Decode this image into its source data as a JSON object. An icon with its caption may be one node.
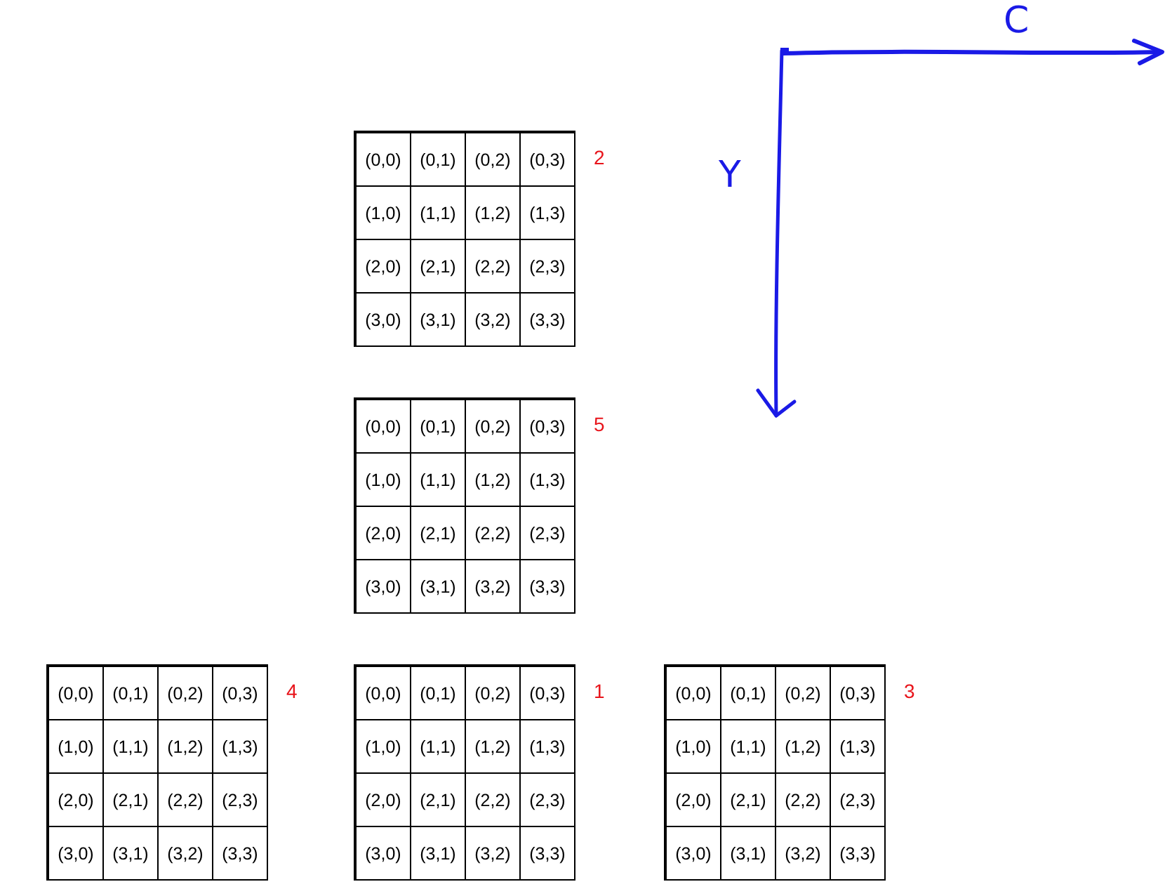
{
  "diagram": {
    "labels": [
      "C",
      "Y",
      "(0,0)",
      "(0,1)",
      "(0,2)",
      "(0,3)",
      "(1,0)",
      "(1,1)",
      "(1,2)",
      "(1,3)",
      "(2,0)",
      "(2,1)",
      "(2,2)",
      "(2,3)",
      "(3,0)",
      "(3,1)",
      "(3,2)",
      "(3,3)",
      "2",
      "(0,0)",
      "(0,1)",
      "(0,2)",
      "(0,3)",
      "(1,0)",
      "(1,1)",
      "(1,2)",
      "(1,3)",
      "(2,0)",
      "(2,1)",
      "(2,2)",
      "(2,3)",
      "(3,0)",
      "(3,1)",
      "(3,2)",
      "(3,3)",
      "5",
      "(0,0)",
      "(0,1)",
      "(0,2)",
      "(0,3)",
      "(1,0)",
      "(1,1)",
      "(1,2)",
      "(1,3)",
      "(2,0)",
      "(2,1)",
      "(2,2)",
      "(2,3)",
      "(3,0)",
      "(3,1)",
      "(3,2)",
      "(3,3)",
      "4",
      "(0,0)",
      "(0,1)",
      "(0,2)",
      "(0,3)",
      "(1,0)",
      "(1,1)",
      "(1,2)",
      "(1,3)",
      "(2,0)",
      "(2,1)",
      "(2,2)",
      "(2,3)",
      "(3,0)",
      "(3,1)",
      "(3,2)",
      "(3,3)",
      "1",
      "(0,0)",
      "(0,1)",
      "(0,2)",
      "(0,3)",
      "(1,0)",
      "(1,1)",
      "(1,2)",
      "(1,3)",
      "(2,0)",
      "(2,1)",
      "(2,2)",
      "(2,3)",
      "(3,0)",
      "(3,1)",
      "(3,2)",
      "(3,3)",
      "3"
    ]
  }
}
